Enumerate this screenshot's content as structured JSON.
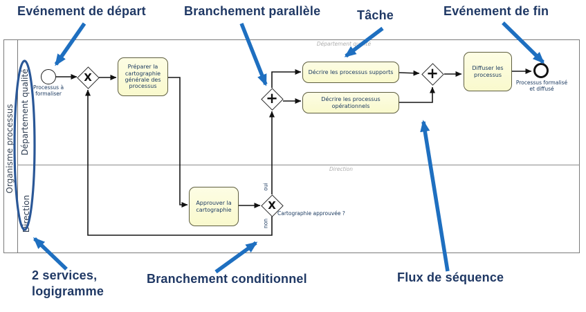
{
  "annotations": {
    "start_event_label": "Evénement de départ",
    "parallel_gateway_label": "Branchement parallèle",
    "task_label": "Tâche",
    "end_event_label": "Evénement de fin",
    "services_label_line1": "2 services,",
    "services_label_line2": "logigramme",
    "conditional_gateway_label": "Branchement conditionnel",
    "sequence_flow_label": "Flux de séquence"
  },
  "pool": {
    "name": "Organisme processus",
    "lanes": [
      {
        "name": "Département qualité"
      },
      {
        "name": "Direction"
      }
    ]
  },
  "process": {
    "start_event_label": "Processus à formaliser",
    "end_event_label": "Processus formalisé et diffusé",
    "tasks": {
      "prepare": "Préparer la cartographie générale des processus",
      "approve": "Approuver la cartographie",
      "describe_supports": "Décrire les processus supports",
      "describe_operational": "Décrire les processus opérationnels",
      "diffuse": "Diffuser les processus"
    },
    "gateways": {
      "exclusive_symbol": "X",
      "parallel_symbol": "+"
    },
    "condition_label": "Cartographie approuvée ?",
    "branch_yes": "oui",
    "branch_no": "non"
  },
  "colors": {
    "annotation_arrow_blue": "#1E6FC0",
    "annotation_text_navy": "#1F3864",
    "ellipse_blue": "#2A5797",
    "task_fill_yellow": "#FBFBD2",
    "lane_border_gray": "#7A7A7A"
  }
}
